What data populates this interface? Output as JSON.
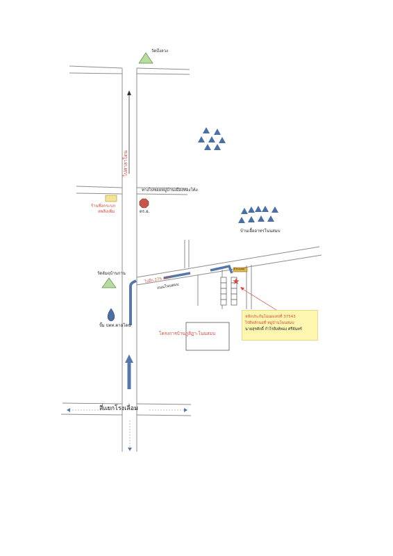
{
  "labels": {
    "temple_top": "วัดบึงลวง",
    "road_north": "ไปศาลาโดน",
    "turn_sign": "ทางไปซอยหมู่บ้านเมืองทองโค้ง",
    "shop": "ร้านชิ่งกระบก",
    "shop_sub": "ลพลิงเพิ่ม",
    "police": "ตร.อ.",
    "village": "บ้านเอื้ออาทรโนนสมบ",
    "temple_mid": "วัดอัมฤบ้านกาน",
    "distance": "ไปอีก 275 เมตร",
    "road_name": "ถนนโนนสมบ",
    "gas": "ปั๊ม ปตท.คาลโดน",
    "project": "โครงการบ้านภูสิฏา-โนนสมบ",
    "intersection": "สี่แยกโรงเลื่อม",
    "sign": "บ้านมงคล"
  },
  "info": {
    "line1": "หลักประกันโฉนดเลขที่ 37543",
    "line2": "ไร่ดีหลักนอที่ หมู่บ้านโนนสมบ",
    "line3": "นายสุรศักดิ์ กำโรสิงห์ทอง ศรีจันทร์"
  },
  "colors": {
    "road": "#8c8c8c",
    "arrow": "#5577aa",
    "tree": "#4a6fa5",
    "temple": "#b8dba0",
    "police": "#c9554b",
    "shop": "#f3e29a",
    "sign": "#e0b24a",
    "label_red": "#d6493a",
    "info_bg": "#fdf6b0"
  },
  "icons": {
    "temple": "triangle-temple-icon",
    "tree": "triangle-tree-icon",
    "police": "octagon-police-icon",
    "gas": "drop-gas-icon",
    "shop": "rectangle-shop-icon",
    "target": "star-target-icon"
  }
}
